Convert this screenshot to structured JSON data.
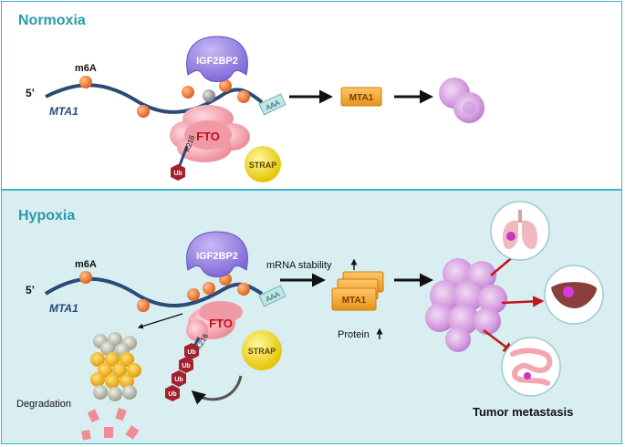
{
  "normoxia": {
    "title": "Normoxia",
    "five_prime": "5’",
    "m6a": "m6A",
    "gene": "MTA1",
    "reader": "IGF2BP2",
    "polya": "AAA",
    "eraser": "FTO",
    "site": "K216",
    "ub": "Ub",
    "partner": "STRAP",
    "protein": "MTA1"
  },
  "hypoxia": {
    "title": "Hypoxia",
    "five_prime": "5’",
    "m6a": "m6A",
    "gene": "MTA1",
    "reader": "IGF2BP2",
    "polya": "AAA",
    "eraser": "FTO",
    "site": "K216",
    "ub": "Ub",
    "partner": "STRAP",
    "mrna_stability": "mRNA stability",
    "protein_label": "Protein",
    "protein": "MTA1",
    "degradation": "Degradation",
    "outcome": "Tumor metastasis"
  }
}
